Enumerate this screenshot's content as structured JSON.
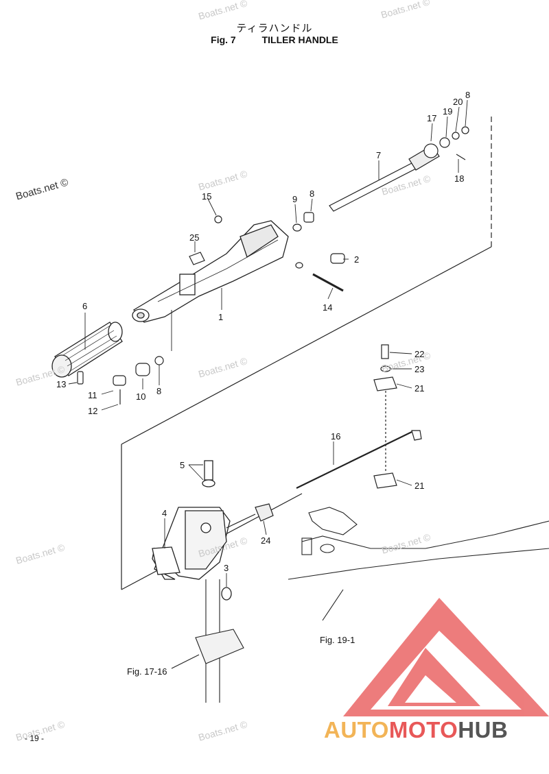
{
  "title": {
    "japanese": "ティラハンドル",
    "fig": "Fig. 7",
    "name": "TILLER HANDLE"
  },
  "watermarks": {
    "text": "Boats.net ©",
    "copyright_left": "Boats.net ©"
  },
  "callouts": [
    {
      "id": "c1",
      "text": "1"
    },
    {
      "id": "c2",
      "text": "2"
    },
    {
      "id": "c3",
      "text": "3"
    },
    {
      "id": "c4",
      "text": "4"
    },
    {
      "id": "c5",
      "text": "5"
    },
    {
      "id": "c6",
      "text": "6"
    },
    {
      "id": "c7",
      "text": "7"
    },
    {
      "id": "c8a",
      "text": "8"
    },
    {
      "id": "c8b",
      "text": "8"
    },
    {
      "id": "c8c",
      "text": "8"
    },
    {
      "id": "c9",
      "text": "9"
    },
    {
      "id": "c10",
      "text": "10"
    },
    {
      "id": "c11",
      "text": "11"
    },
    {
      "id": "c12",
      "text": "12"
    },
    {
      "id": "c13",
      "text": "13"
    },
    {
      "id": "c14",
      "text": "14"
    },
    {
      "id": "c15",
      "text": "15"
    },
    {
      "id": "c16",
      "text": "16"
    },
    {
      "id": "c17",
      "text": "17"
    },
    {
      "id": "c18",
      "text": "18"
    },
    {
      "id": "c19",
      "text": "19"
    },
    {
      "id": "c20",
      "text": "20"
    },
    {
      "id": "c21a",
      "text": "21"
    },
    {
      "id": "c21b",
      "text": "21"
    },
    {
      "id": "c22",
      "text": "22"
    },
    {
      "id": "c23",
      "text": "23"
    },
    {
      "id": "c24",
      "text": "24"
    },
    {
      "id": "c25",
      "text": "25"
    }
  ],
  "references": {
    "fig19": "Fig. 19-1",
    "fig17": "Fig. 17-16"
  },
  "page_number": "- 19 -",
  "logo": {
    "part1": "AUTO",
    "part2": "MOTO",
    "part3": "HUB",
    "colors": {
      "auto": "#f2b457",
      "moto": "#e85858",
      "hub": "#555555",
      "triangle": "#e85858"
    }
  }
}
